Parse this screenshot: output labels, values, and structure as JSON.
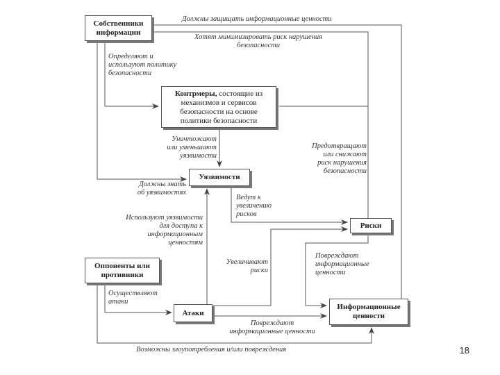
{
  "boxes": {
    "owners": "Собственники\nинформации",
    "countermeasures_bold": "Контрмеры,",
    "countermeasures_rest": " состоящие из механизмов и сервисов безопасности на основе политики безопасности",
    "vulnerabilities": "Уязвимости",
    "risks": "Риски",
    "opponents": "Оппоненты или\nпротивники",
    "attacks": "Атаки",
    "assets": "Информационные\nценности"
  },
  "labels": {
    "must_protect": "Должны защищать информационные ценности",
    "minimize_risk": "Хотят минимизировать риск нарушения\nбезопасности",
    "define_policy": "Определяют и\nиспользуют политику\nбезопасности",
    "destroy_reduce": "Уничтожают\nили уменьшают\nуязвимости",
    "prevent_reduce": "Предотвращают\nили снижают\nриск нарушения\nбезопасности",
    "must_know": "Должны знать\nоб уязвимостях",
    "lead_to_risk": "Ведут к\nувеличению\nрисков",
    "use_vuln": "Используют уязвимости\nдля доступа к\nинформационным\nценностям",
    "increase_risk": "Увеличивают\nриски",
    "damage_assets_1": "Повреждают\nинформационные\nценности",
    "carry_out": "Осуществляют\nатаки",
    "damage_assets_2": "Повреждают\nинформационные ценности",
    "abuse": "Возможны злоупотребления и/или повреждения"
  },
  "page_number": "18"
}
